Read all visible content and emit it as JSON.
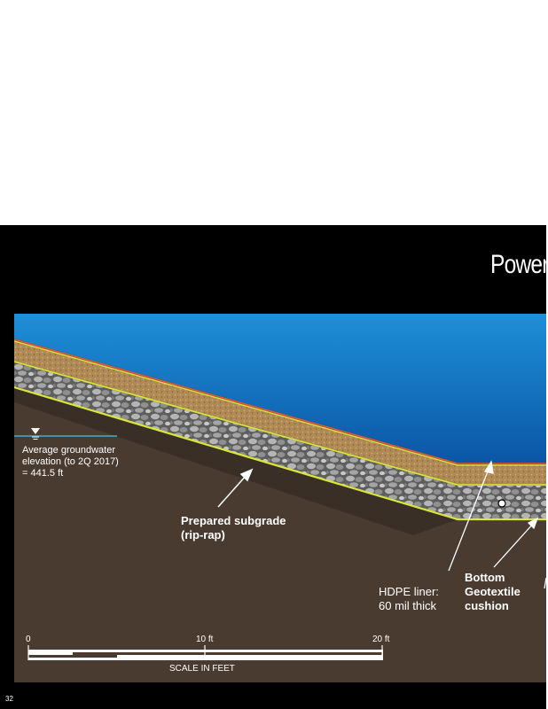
{
  "slide": {
    "title": "Power",
    "page_number": "32"
  },
  "labels": {
    "groundwater": "Average groundwater\nelevation (to 2Q 2017)\n = 441.5 ft",
    "subgrade": "Prepared subgrade\n(rip-rap)",
    "hdpe": "HDPE liner:\n60 mil thick",
    "geotextile": "Bottom\nGeotextile\ncushion"
  },
  "scale_bar": {
    "ticks": [
      "0",
      "10 ft",
      "20 ft"
    ],
    "caption": "SCALE IN FEET"
  },
  "colors": {
    "water": "#1776c4",
    "water_deep": "#0b56a6",
    "soil": "#4a3b30",
    "sand": "#b08a55",
    "liner_yellow": "#d9e63a",
    "liner_red": "#e05a3a",
    "rock": "#9a9a9a",
    "groundwater_line": "#3ab0d8"
  }
}
